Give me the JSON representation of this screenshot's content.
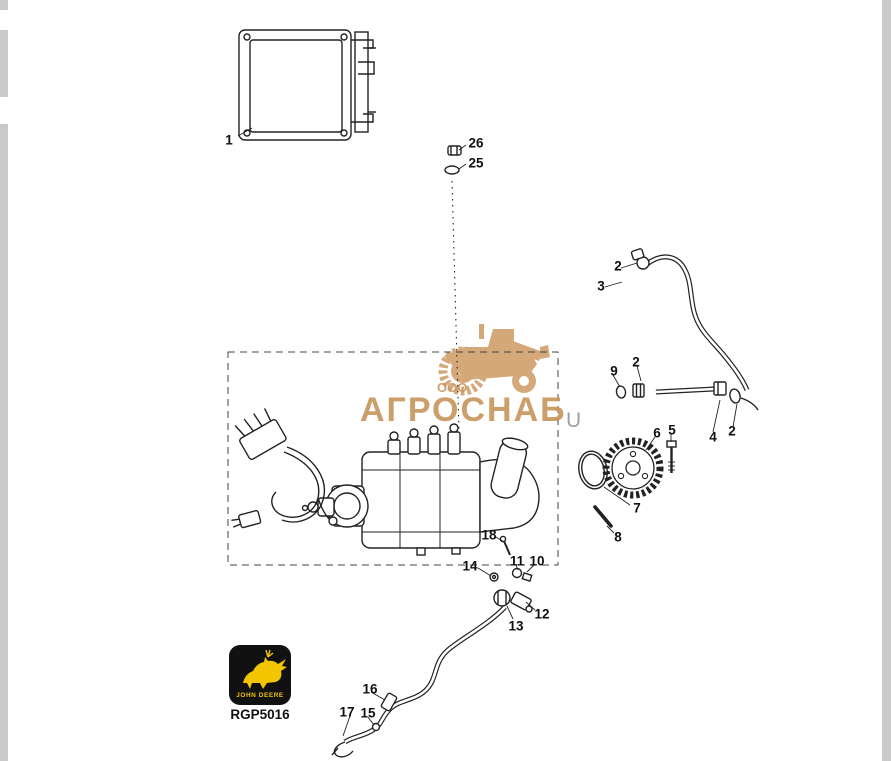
{
  "page": {
    "background": "#ffffff",
    "edge_color": "#c9c9c9"
  },
  "watermark": {
    "prefix": "ООО",
    "text": "АГРОСНАБ",
    "extra": "U",
    "color": "#c8965e"
  },
  "logo": {
    "brand": "JOHN DEERE",
    "background": "#111111",
    "accent": "#f2c500"
  },
  "figure_code": "RGP5016",
  "callouts": [
    {
      "label": "1"
    },
    {
      "label": "26"
    },
    {
      "label": "25"
    },
    {
      "label": "2"
    },
    {
      "label": "3"
    },
    {
      "label": "9"
    },
    {
      "label": "2"
    },
    {
      "label": "2"
    },
    {
      "label": "4"
    },
    {
      "label": "5"
    },
    {
      "label": "6"
    },
    {
      "label": "7"
    },
    {
      "label": "8"
    },
    {
      "label": "18"
    },
    {
      "label": "14"
    },
    {
      "label": "11"
    },
    {
      "label": "10"
    },
    {
      "label": "13"
    },
    {
      "label": "12"
    },
    {
      "label": "16"
    },
    {
      "label": "17"
    },
    {
      "label": "15"
    }
  ]
}
